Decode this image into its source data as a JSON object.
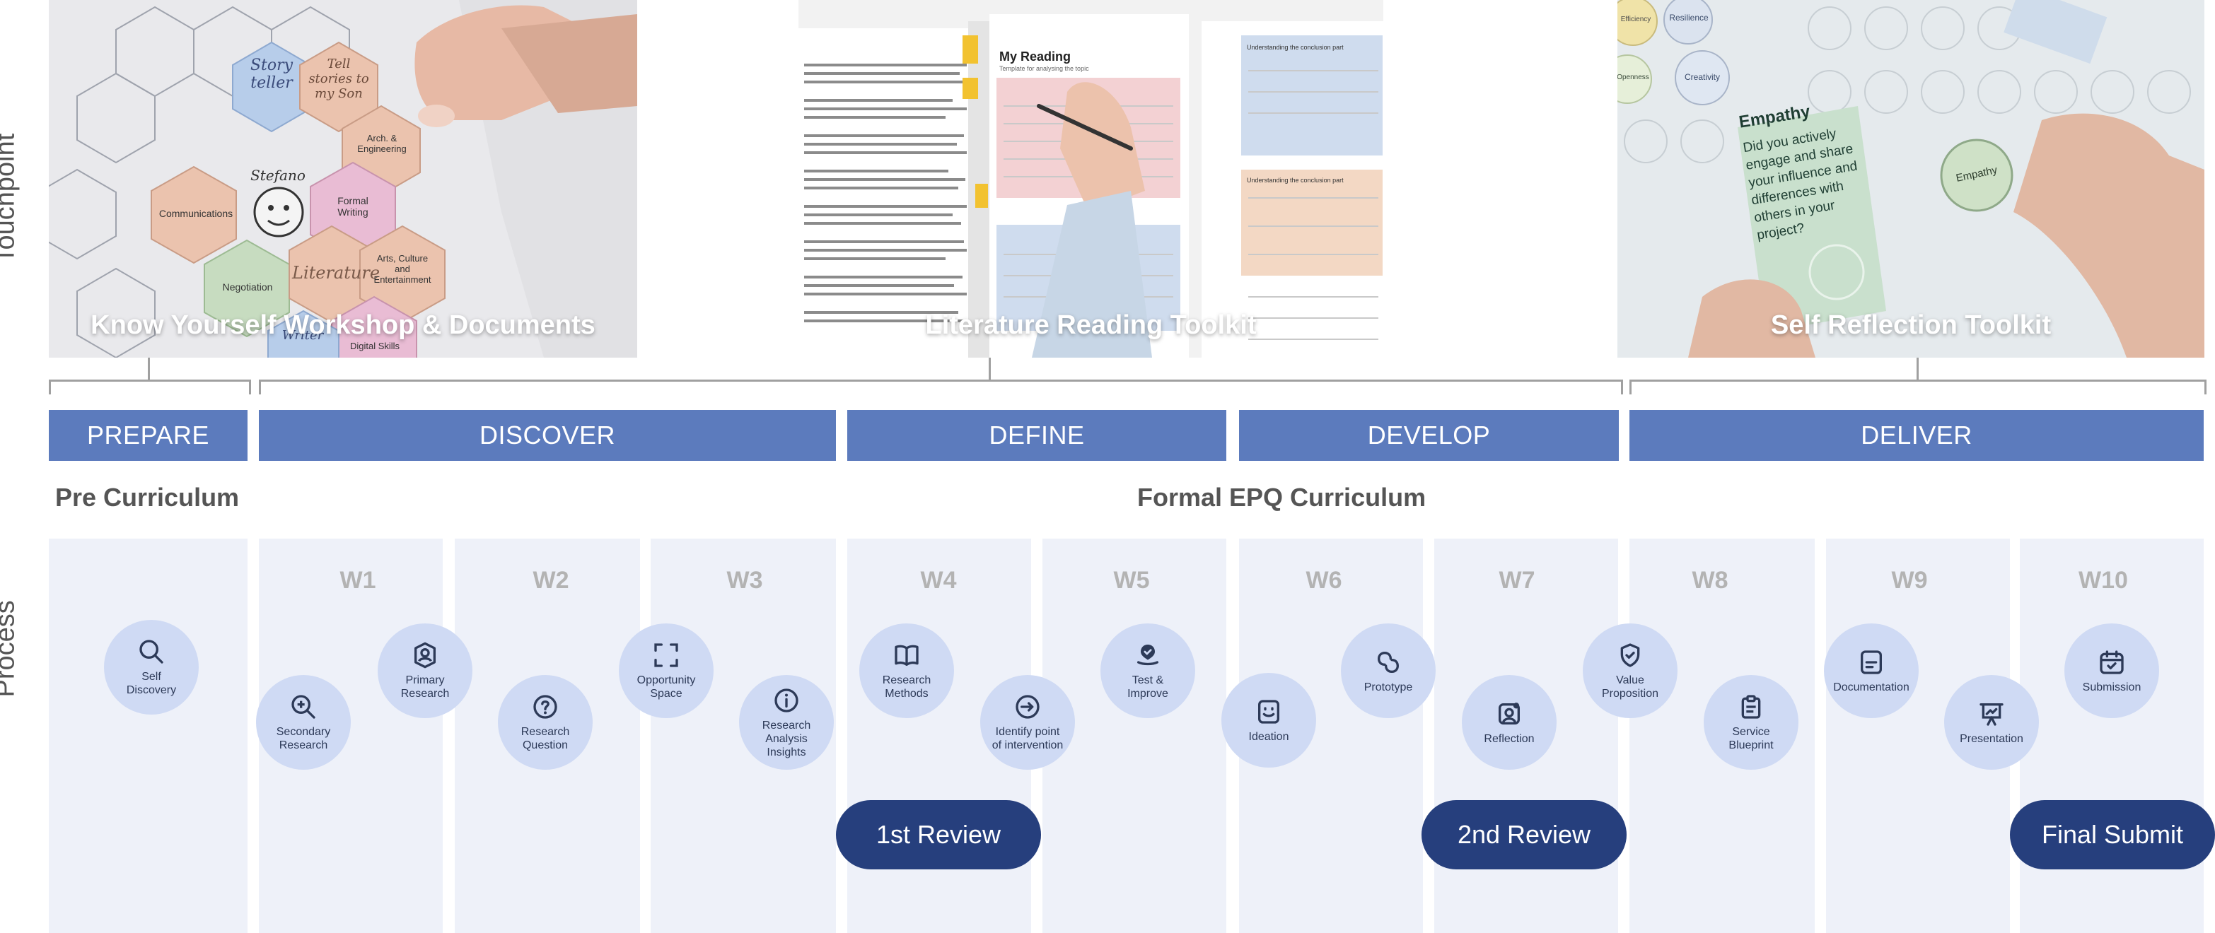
{
  "side_labels": {
    "touchpoint": "Touchpoint",
    "process": "Process"
  },
  "touchpoints": [
    {
      "caption": "Know Yourself Workshop & Documents",
      "hexes": [
        "Story teller",
        "Tell stories to my Son",
        "Arch. & Engineering",
        "Communications",
        "Formal Writing",
        "Negotiation",
        "Literature",
        "Arts, Culture and Entertainment",
        "Digital Skills",
        "Writer"
      ],
      "face_name": "Stefano"
    },
    {
      "caption": "Literature Reading Toolkit",
      "sheet_title": "My Reading",
      "sheet_subtitle": "Template for analysing the topic",
      "right_sections": [
        "Understanding the conclusion part",
        "Understanding the conclusion part"
      ]
    },
    {
      "caption": "Self Reflection Toolkit",
      "card_title": "Empathy",
      "card_text": "Did you actively engage and share your influence and differences with others in your project?",
      "stickers": [
        "Empathy",
        "Creativity",
        "Resilience",
        "Openness",
        "Efficiency"
      ]
    }
  ],
  "phases": [
    "PREPARE",
    "DISCOVER",
    "DEFINE",
    "DEVELOP",
    "DELIVER"
  ],
  "curricula": {
    "pre": "Pre Curriculum",
    "formal": "Formal EPQ Curriculum"
  },
  "weeks": [
    "W1",
    "W2",
    "W3",
    "W4",
    "W5",
    "W6",
    "W7",
    "W8",
    "W9",
    "W10"
  ],
  "nodes": [
    {
      "label": "Self\nDiscovery",
      "icon": "search-icon"
    },
    {
      "label": "Secondary\nResearch",
      "icon": "zoom-plus-icon"
    },
    {
      "label": "Primary\nResearch",
      "icon": "user-badge-icon"
    },
    {
      "label": "Research\nQuestion",
      "icon": "question-icon"
    },
    {
      "label": "Opportunity\nSpace",
      "icon": "focus-frame-icon"
    },
    {
      "label": "Research Analysis\nInsights",
      "icon": "info-icon"
    },
    {
      "label": "Research\nMethods",
      "icon": "book-icon"
    },
    {
      "label": "Identify point\nof intervention",
      "icon": "arrow-circle-icon"
    },
    {
      "label": "Test &\nImprove",
      "icon": "pin-check-icon"
    },
    {
      "label": "Ideation",
      "icon": "smile-note-icon"
    },
    {
      "label": "Prototype",
      "icon": "link-loop-icon"
    },
    {
      "label": "Reflection",
      "icon": "user-note-icon"
    },
    {
      "label": "Value\nProposition",
      "icon": "shield-check-icon"
    },
    {
      "label": "Service\nBlueprint",
      "icon": "clipboard-icon"
    },
    {
      "label": "Documentation",
      "icon": "document-icon"
    },
    {
      "label": "Presentation",
      "icon": "presentation-icon"
    },
    {
      "label": "Submission",
      "icon": "calendar-check-icon"
    }
  ],
  "reviews": [
    "1st Review",
    "2nd Review",
    "Final Submit"
  ],
  "colors": {
    "phase": "#5c7bbd",
    "column": "#eef1f9",
    "node": "#cfdaf4",
    "review": "#263f7d"
  }
}
